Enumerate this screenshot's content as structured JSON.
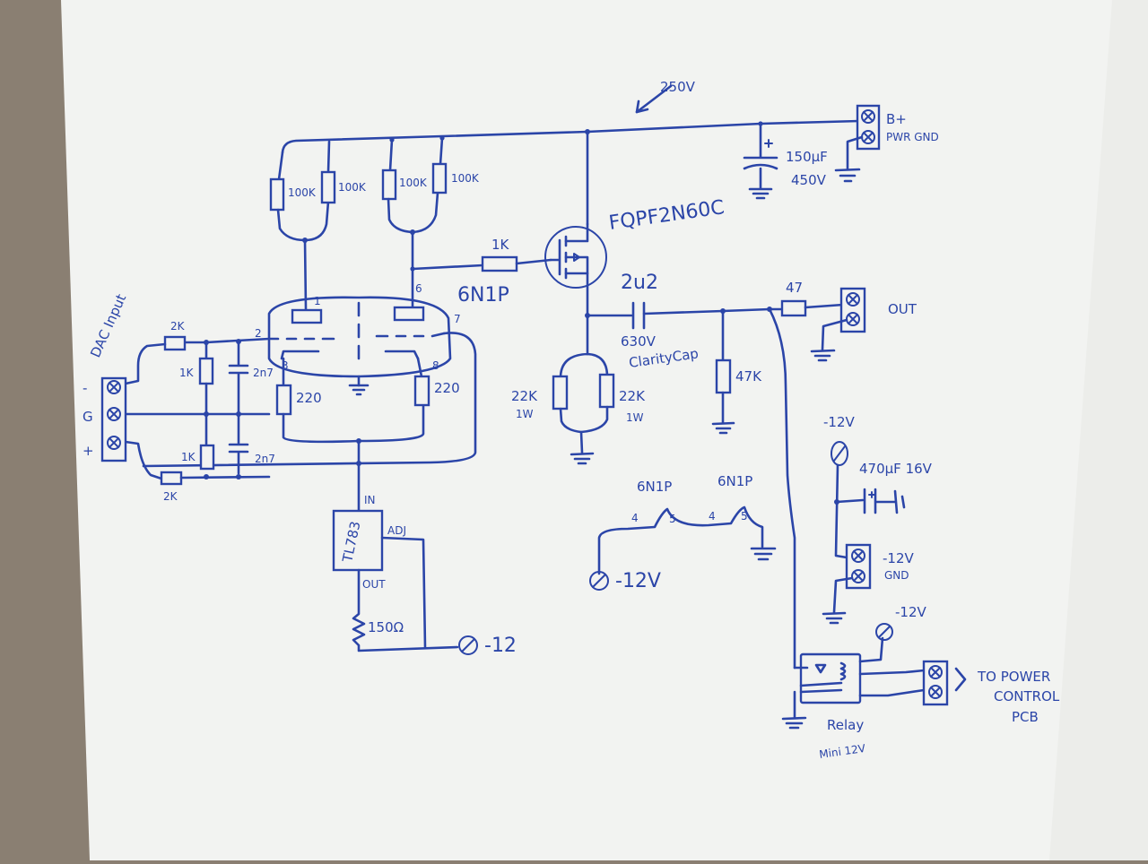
{
  "colors": {
    "ink": "#2b45a8",
    "paper": "#f2f3f1",
    "background": "#8a7f72"
  },
  "supply": {
    "rail_voltage": "250V",
    "conn_label_1": "B+",
    "conn_label_2": "PWR GND",
    "cap_value": "150μF",
    "cap_voltage": "450V"
  },
  "tube": {
    "part": "6N1P",
    "pin1": "1",
    "pin2": "2",
    "pin3": "3",
    "pin6": "6",
    "pin7": "7",
    "pin8": "8"
  },
  "plate_resistors": [
    "100K",
    "100K",
    "100K",
    "100K"
  ],
  "cathode_resistors": [
    "220",
    "220"
  ],
  "mosfet": {
    "part": "FQPF2N60C",
    "gate_resistor": "1K"
  },
  "input": {
    "label": "DAC Input",
    "pin_minus": "-",
    "pin_ground": "G",
    "pin_plus": "+",
    "series_res": [
      "2K",
      "2K"
    ],
    "shunt_res": [
      "1K",
      "1K"
    ],
    "caps": [
      "2n7",
      "2n7"
    ]
  },
  "output": {
    "cap_value": "2u2",
    "cap_voltage": "630V",
    "cap_type": "ClarityCap",
    "shunt_res": "47K",
    "series_res": "47",
    "label": "OUT"
  },
  "source_resistors": {
    "values": [
      "22K",
      "22K"
    ],
    "power": [
      "1W",
      "1W"
    ]
  },
  "regulator": {
    "part": "TL783",
    "in_label": "IN",
    "adj_label": "ADJ",
    "out_label": "OUT",
    "resistor": "150Ω",
    "supply": "-12"
  },
  "heaters": {
    "tube1": "6N1P",
    "tube2": "6N1P",
    "pins": [
      "4",
      "5",
      "4",
      "5"
    ],
    "supply": "-12V"
  },
  "neg_supply": {
    "node": "-12V",
    "cap_value": "470μF 16V",
    "conn_label_1": "-12V",
    "conn_label_2": "GND"
  },
  "relay": {
    "supply": "-12V",
    "label": "Relay",
    "type": "Mini 12V",
    "dest_1": "TO POWER",
    "dest_2": "CONTROL",
    "dest_3": "PCB"
  }
}
